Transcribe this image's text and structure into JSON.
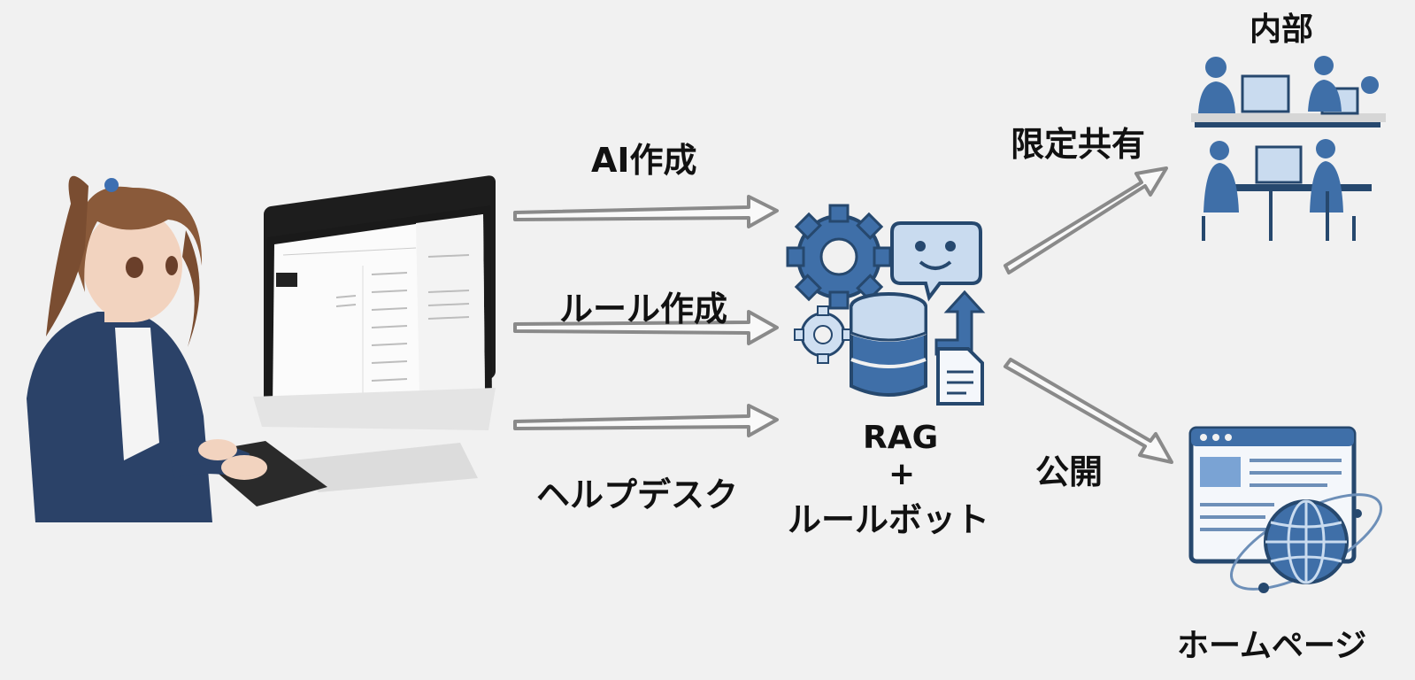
{
  "labels": {
    "ai_creation": "AI作成",
    "rule_creation": "ルール作成",
    "helpdesk": "ヘルプデスク",
    "rag": "RAG",
    "plus": "+",
    "rule_bot": "ルールボット",
    "limited_share": "限定共有",
    "publish": "公開",
    "internal": "内部",
    "homepage": "ホームページ"
  },
  "colors": {
    "icon_blue": "#3f6fa8",
    "icon_light": "#c9dbef",
    "icon_dark": "#26486e",
    "arrow_gray": "#8a8a8a",
    "suit_navy": "#2b4268",
    "hair_brown": "#8a5a3a"
  },
  "icons": [
    "person-at-computer-icon",
    "gear-icon",
    "chatbot-icon",
    "database-icon",
    "document-icon",
    "team-meeting-icon",
    "webpage-globe-icon"
  ]
}
